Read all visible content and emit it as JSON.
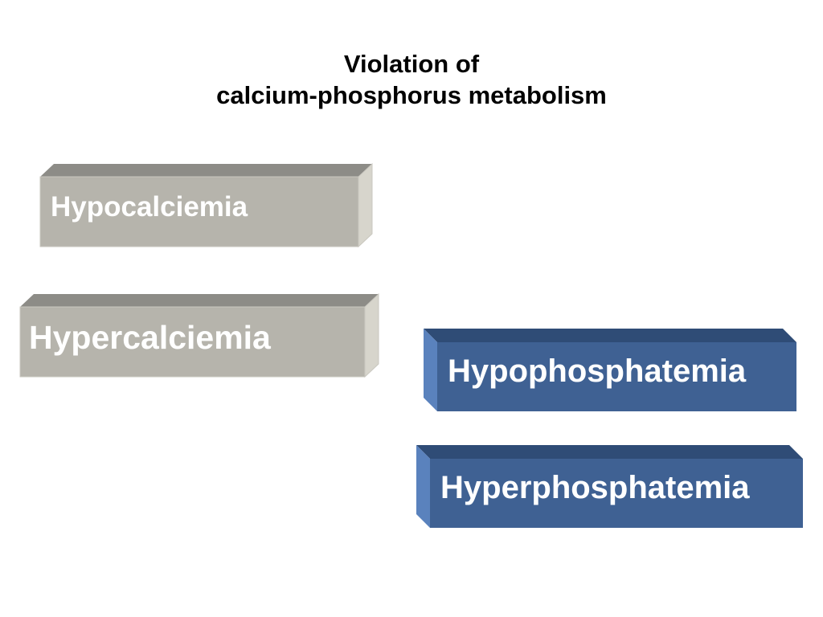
{
  "slide": {
    "title_line1": "Violation of",
    "title_line2": "calcium-phosphorus metabolism"
  },
  "items": [
    {
      "label": "Hypocalciemia",
      "group": "calcium"
    },
    {
      "label": "Hypercalciemia",
      "group": "calcium"
    },
    {
      "label": "Hypophosphatemia",
      "group": "phosphorus"
    },
    {
      "label": "Hyperphosphatemia",
      "group": "phosphorus"
    }
  ],
  "colors": {
    "calcium_front": "#b6b4ac",
    "calcium_top": "#8d8c87",
    "calcium_side": "#d7d5cc",
    "phosphorus_front": "#3f6193",
    "phosphorus_top": "#2f4c76",
    "phosphorus_side": "#5a82bd"
  }
}
